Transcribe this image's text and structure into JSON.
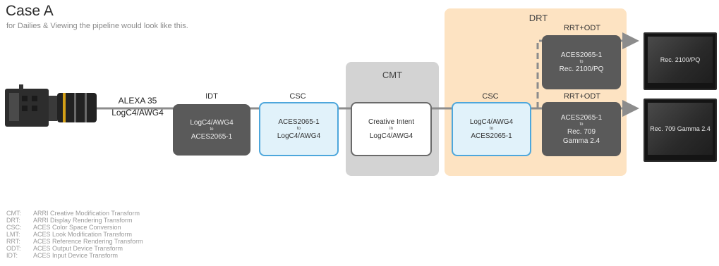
{
  "header": {
    "title": "Case A",
    "subtitle": "for Dailies & Viewing the pipeline would look like this."
  },
  "camera": {
    "name": "ALEXA 35",
    "encoding": "LogC4/AWG4"
  },
  "regions": {
    "drt": "DRT",
    "cmt": "CMT"
  },
  "nodes": {
    "idt": {
      "header": "IDT",
      "line1": "LogC4/AWG4",
      "line2": "to",
      "line3": "ACES2065-1"
    },
    "csc1": {
      "header": "CSC",
      "line1": "ACES2065-1",
      "line2": "to",
      "line3": "LogC4/AWG4"
    },
    "cmt": {
      "line1": "Creative Intent",
      "line2": "in",
      "line3": "LogC4/AWG4"
    },
    "csc2": {
      "header": "CSC",
      "line1": "LogC4/AWG4",
      "line2": "to",
      "line3": "ACES2065-1"
    },
    "odt_pq": {
      "header": "RRT+ODT",
      "line1": "ACES2065-1",
      "line2": "to",
      "line3": "Rec. 2100/PQ"
    },
    "odt_709": {
      "header": "RRT+ODT",
      "line1": "ACES2065-1",
      "line2": "to",
      "line3": "Rec. 709",
      "line4": "Gamma 2.4"
    }
  },
  "monitors": {
    "pq": "Rec. 2100/PQ",
    "rec709": "Rec. 709 Gamma 2.4"
  },
  "colors": {
    "drt_region": "#fde3c2",
    "cmt_region": "#d3d3d3",
    "csc_border": "#4ea7dc",
    "dark_box": "#5a5a5a",
    "arrow": "#8c8c8c"
  },
  "legend": [
    {
      "abbr": "CMT:",
      "text": "ARRI Creative Modification Transform"
    },
    {
      "abbr": "DRT:",
      "text": "ARRI Display Rendering Transform"
    },
    {
      "abbr": "CSC:",
      "text": "ACES Color Space Conversion"
    },
    {
      "abbr": "LMT:",
      "text": "ACES Look Modification Transform"
    },
    {
      "abbr": "RRT:",
      "text": "ACES Reference Rendering Transform"
    },
    {
      "abbr": "ODT:",
      "text": "ACES Output Device Transform"
    },
    {
      "abbr": "IDT:",
      "text": "ACES Input Device Transform"
    }
  ]
}
